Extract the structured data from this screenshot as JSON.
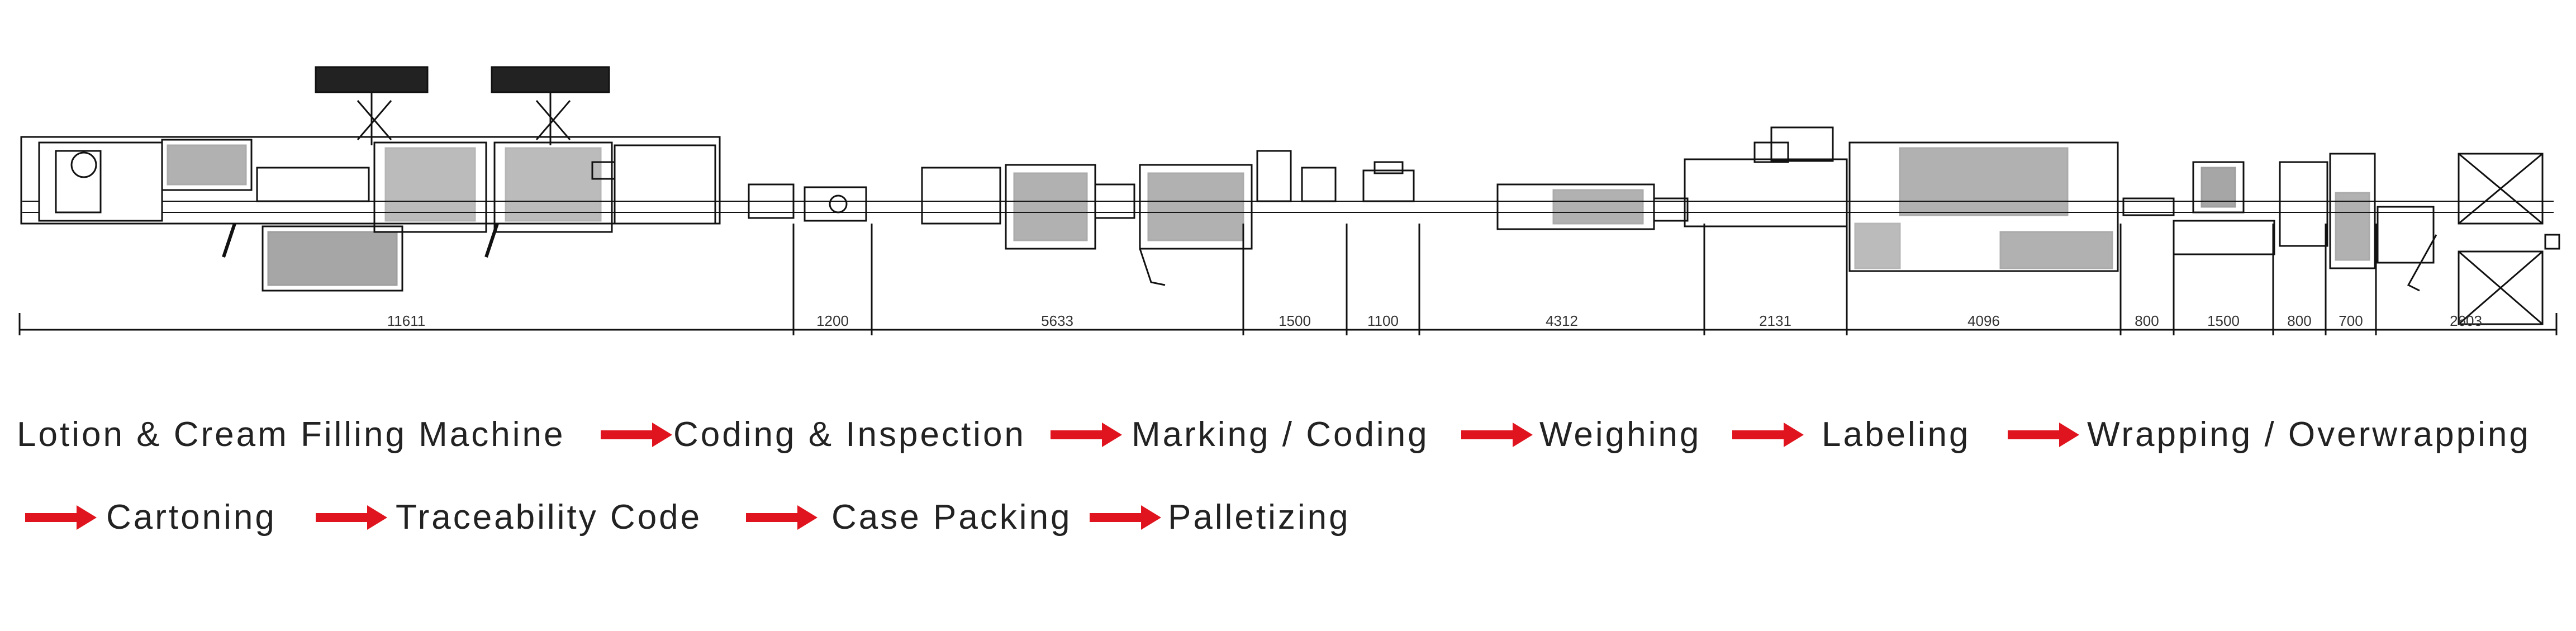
{
  "diagram": {
    "segments": [
      "11611",
      "1200",
      "5633",
      "1500",
      "1100",
      "4312",
      "2131",
      "4096",
      "800",
      "1500",
      "800",
      "700",
      "2603"
    ],
    "accent_color": "#e0141e",
    "line_color": "#111111"
  },
  "process_flow": {
    "row1": [
      "Lotion & Cream Filling Machine",
      "Coding & Inspection",
      "Marking / Coding",
      "Weighing",
      "Labeling",
      "Wrapping / Overwrapping"
    ],
    "row2": [
      "Cartoning",
      "Traceability Code",
      "Case Packing",
      "Palletizing"
    ]
  }
}
